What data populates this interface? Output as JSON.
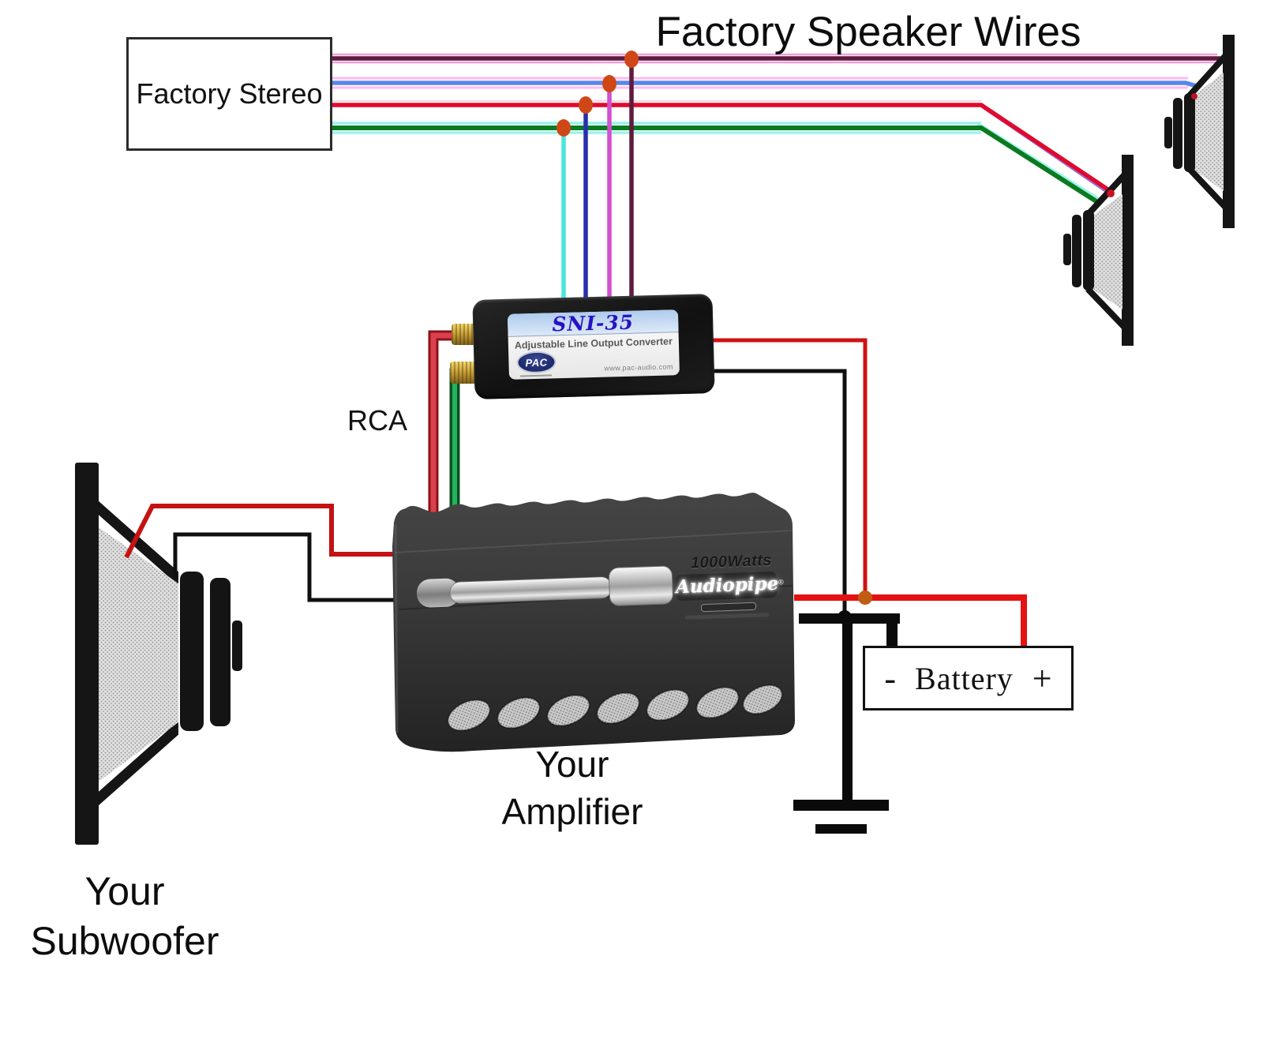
{
  "title": "Factory Speaker Wires",
  "stereo": {
    "label": "Factory Stereo"
  },
  "rca_label": "RCA",
  "converter": {
    "model": "SNI-35",
    "subtitle": "Adjustable Line Output Converter",
    "brand": "PAC",
    "website": "www.pac-audio.com"
  },
  "amplifier": {
    "watts": "1000Watts",
    "brand": "Audiopipe",
    "registered": "®",
    "label_line1": "Your",
    "label_line2": "Amplifier"
  },
  "battery": {
    "minus": "-",
    "label": "Battery",
    "plus": "+"
  },
  "subwoofer": {
    "label_line1": "Your",
    "label_line2": "Subwoofer"
  },
  "colors": {
    "speaker_wire_maroon": "#5f1a3d",
    "speaker_wire_blue": "#5b85ea",
    "speaker_wire_red": "#df0a2e",
    "speaker_wire_green": "#0c7a1f",
    "vertical_cyan": "#49e6da",
    "vertical_blue": "#2a2fae",
    "vertical_magenta": "#d44fd0",
    "vertical_purple": "#5f1a3d",
    "power_red": "#e51212",
    "ground_black": "#0b0b0b",
    "junction_dot": "#cf4716",
    "rca_red_cable": "#c8303c",
    "rca_green_cable": "#22b45c"
  }
}
